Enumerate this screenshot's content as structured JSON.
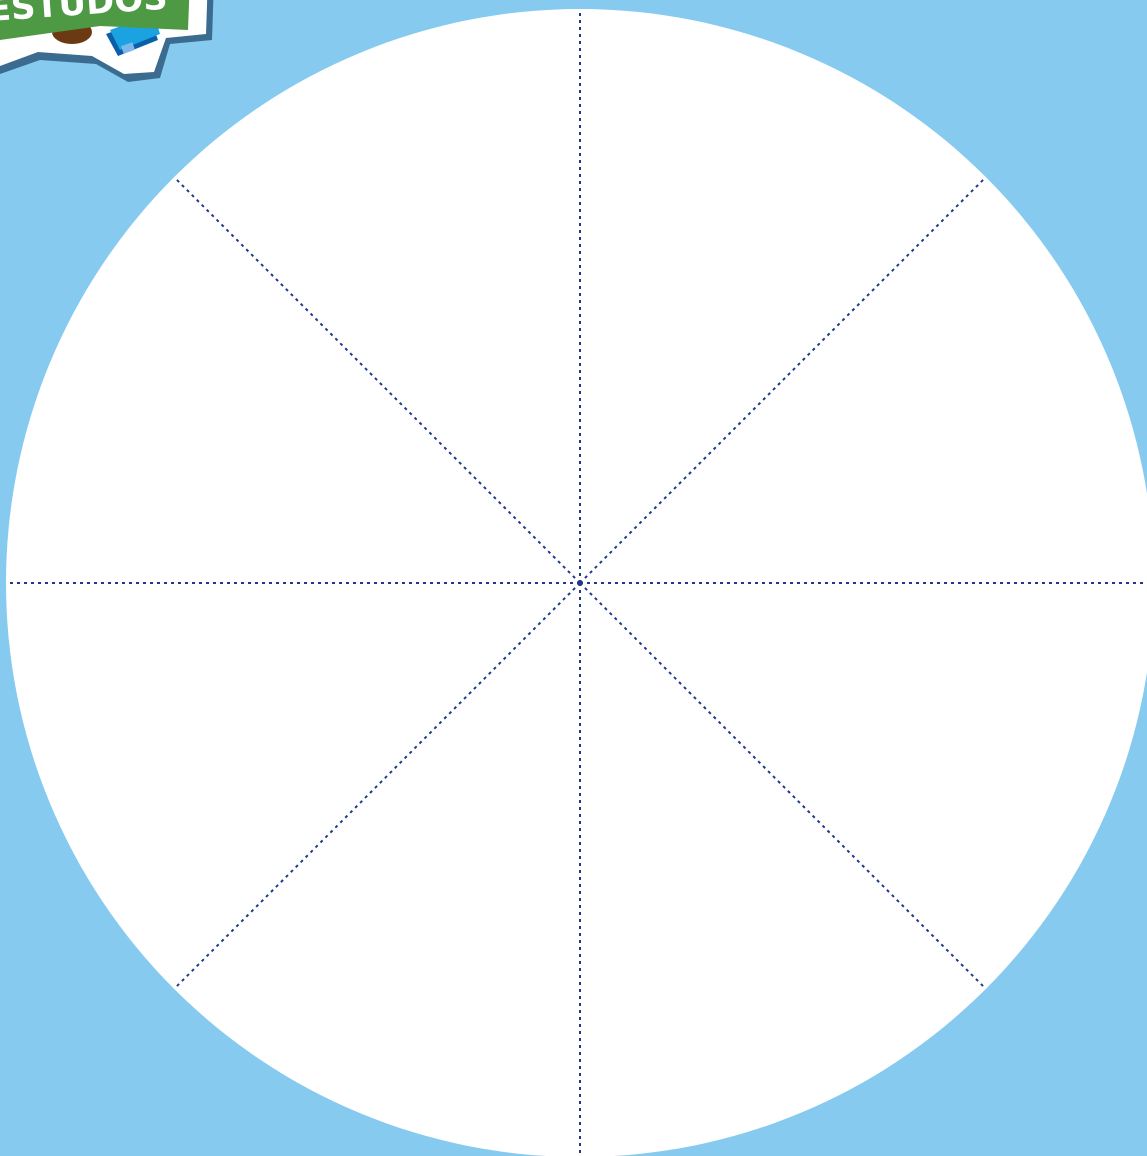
{
  "colors": {
    "background": "#86caf0",
    "wheel_fill": "#ffffff",
    "divider_line": "#1f3a8a",
    "badge_green": "#4e9a44",
    "badge_outline": "#ffffff",
    "badge_shadow": "#3b6b8f",
    "badge_brown": "#6b3a12",
    "badge_blue": "#1aa3e0",
    "badge_dark_blue": "#0b5fa8"
  },
  "badge": {
    "label": "ESTUDOS",
    "icon": "books-icon"
  },
  "wheel": {
    "segments": 8,
    "divider_style": "dotted"
  }
}
